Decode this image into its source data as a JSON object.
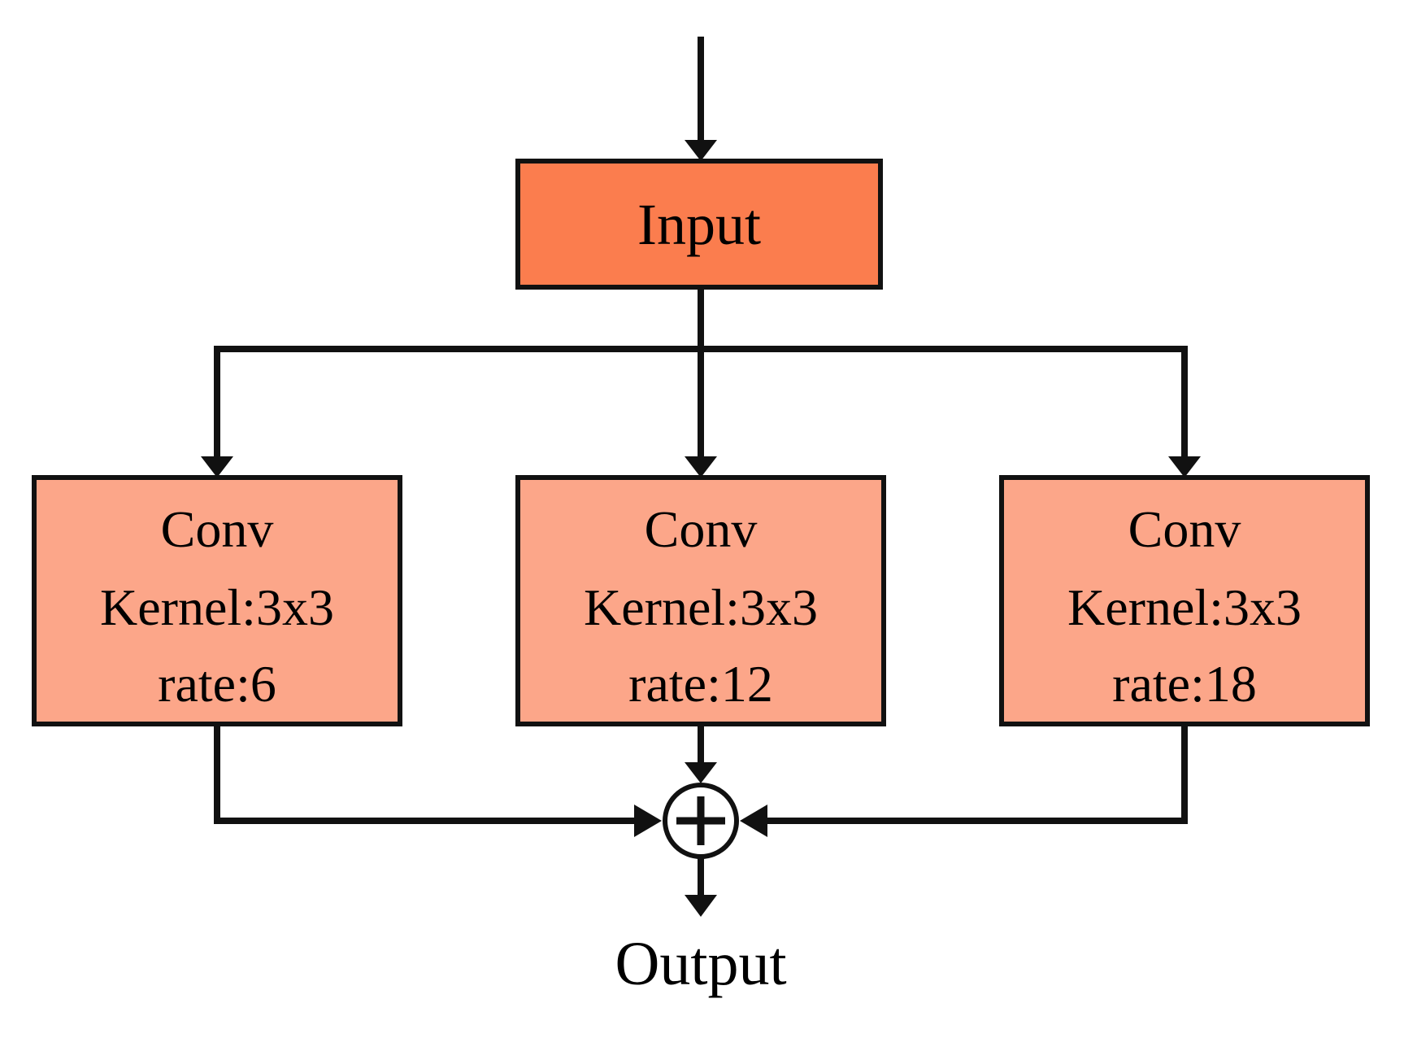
{
  "diagram": {
    "input": {
      "label": "Input"
    },
    "branches": [
      {
        "line1": "Conv",
        "line2": "Kernel:3x3",
        "line3": "rate:6"
      },
      {
        "line1": "Conv",
        "line2": "Kernel:3x3",
        "line3": "rate:12"
      },
      {
        "line1": "Conv",
        "line2": "Kernel:3x3",
        "line3": "rate:18"
      }
    ],
    "merge": {
      "icon": "plus-icon",
      "operator": "+"
    },
    "output": {
      "label": "Output"
    },
    "colors": {
      "background": "#ffffff",
      "input_fill": "#fb7d4e",
      "conv_fill": "#fca689",
      "stroke": "#111111",
      "text": "#000000"
    }
  }
}
